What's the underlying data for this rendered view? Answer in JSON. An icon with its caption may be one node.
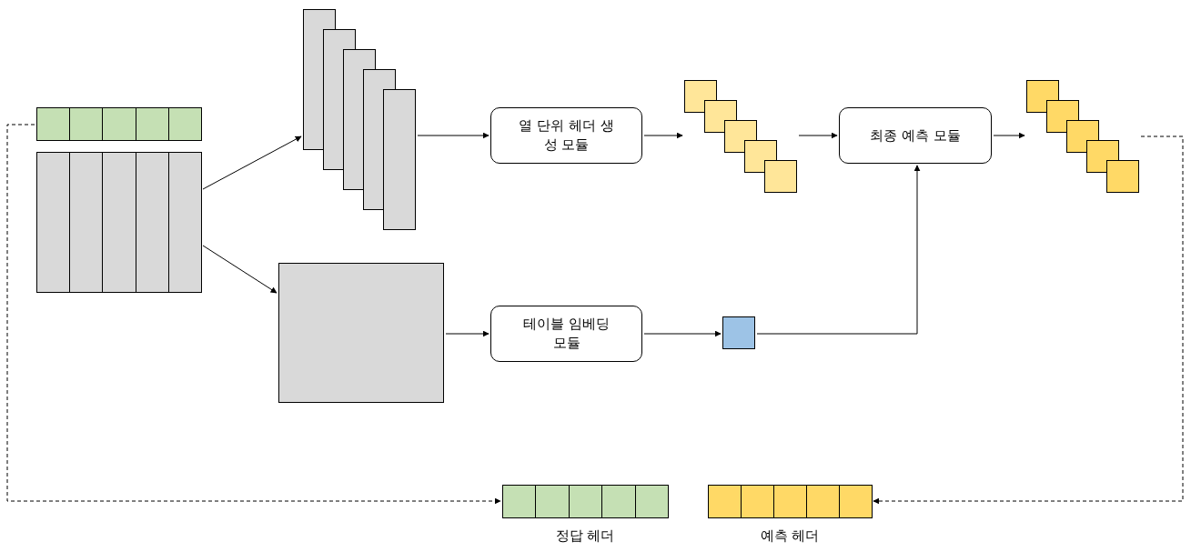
{
  "diagram": {
    "nodes": [
      {
        "text": [],
        "shape": "bar"
      },
      {
        "text": [],
        "shape": "picture"
      },
      {
        "text": [],
        "shape": "picture"
      },
      {
        "text": [],
        "shape": "box"
      },
      {
        "text": [
          "열 단위 헤더 생성 모듈"
        ]
      },
      {
        "text": [],
        "shape": "picture"
      },
      {
        "text": [
          "최종 예측 모듈"
        ]
      },
      {
        "text": [],
        "shape": "picture"
      },
      {
        "text": [
          "테이블 임베딩 모듈"
        ]
      },
      {
        "text": [],
        "shape": "box"
      },
      {
        "text": [
          "정답 헤더"
        ]
      },
      {
        "text": [
          "예측 헤더"
        ]
      }
    ],
    "edges": [
      {
        "from": 1,
        "to": 2,
        "arrow": "to"
      },
      {
        "from": 1,
        "to": 3,
        "arrow": "to"
      },
      {
        "from": 2,
        "to": 4,
        "arrow": "to"
      },
      {
        "from": 4,
        "to": 5,
        "arrow": "to"
      },
      {
        "from": 5,
        "to": 6,
        "arrow": "to"
      },
      {
        "from": 6,
        "to": 7,
        "arrow": "to"
      },
      {
        "from": 3,
        "to": 8,
        "arrow": "to"
      },
      {
        "from": 8,
        "to": 9,
        "arrow": "to"
      },
      {
        "from": 9,
        "to": 6,
        "arrow": "to"
      },
      {
        "from": 7,
        "to": 11,
        "arrow": "to",
        "style": "dashed"
      },
      {
        "from": 0,
        "to": 10,
        "arrow": "to",
        "style": "dashed"
      }
    ]
  }
}
